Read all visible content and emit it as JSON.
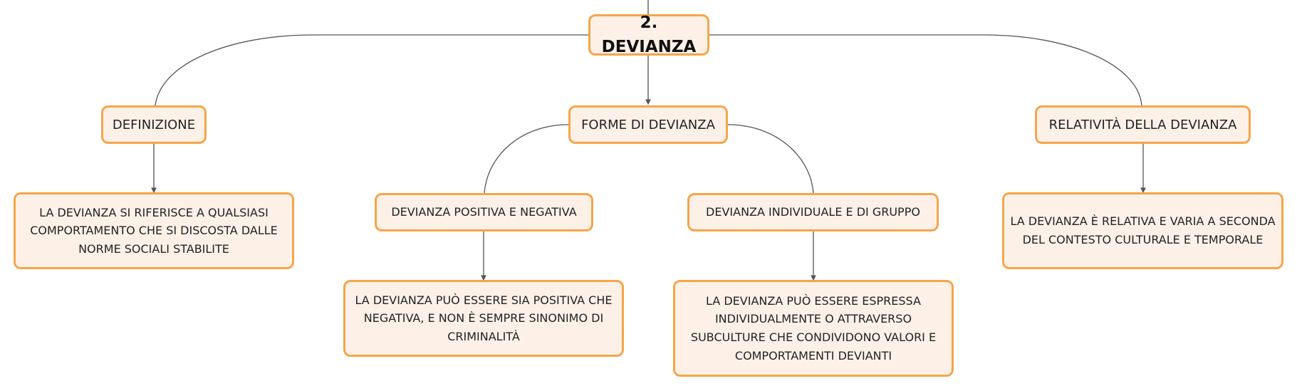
{
  "diagram": {
    "root": {
      "label": "2. DEVIANZA"
    },
    "branches": [
      {
        "label": "DEFINIZIONE",
        "detail": "LA DEVIANZA SI RIFERISCE A QUALSIASI COMPORTAMENTO CHE SI DISCOSTA DALLE NORME SOCIALI STABILITE"
      },
      {
        "label": "FORME DI DEVIANZA",
        "children": [
          {
            "label": "DEVIANZA POSITIVA E NEGATIVA",
            "detail": "LA DEVIANZA PUÒ ESSERE SIA POSITIVA CHE NEGATIVA, E NON È SEMPRE SINONIMO DI CRIMINALITÀ"
          },
          {
            "label": "DEVIANZA INDIVIDUALE E DI GRUPPO",
            "detail": "LA DEVIANZA PUÒ ESSERE ESPRESSA INDIVIDUALMENTE O ATTRAVERSO SUBCULTURE CHE CONDIVIDONO VALORI E COMPORTAMENTI DEVIANTI"
          }
        ]
      },
      {
        "label": "RELATIVITÀ DELLA DEVIANZA",
        "detail": "LA DEVIANZA È RELATIVA E VARIA A SECONDA DEL CONTESTO CULTURALE E TEMPORALE"
      }
    ]
  },
  "colors": {
    "node_fill": "#fdf1e7",
    "node_border": "#f5a54a",
    "connector": "#555555"
  }
}
